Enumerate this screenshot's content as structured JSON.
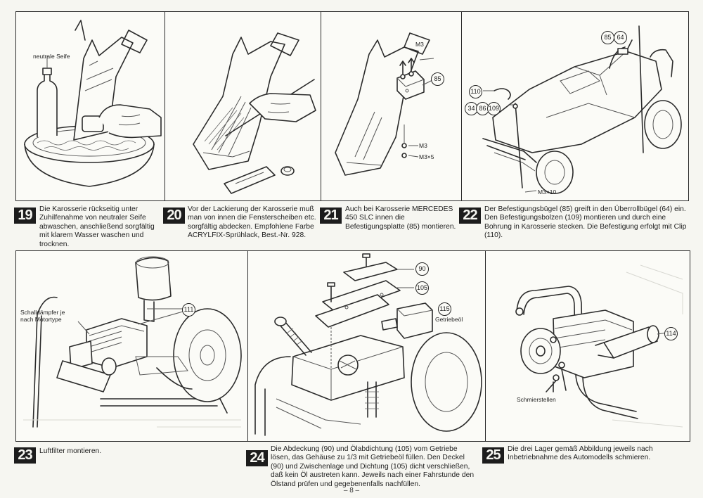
{
  "panels": [
    {
      "step": "19",
      "caption": "Die Karosserie rückseitig unter Zuhilfenahme von neutraler Seife abwaschen, anschließend sorgfältig mit klarem Wasser waschen und trocknen.",
      "labels": {
        "soap": "neutrale Seife"
      }
    },
    {
      "step": "20",
      "caption": "Vor der Lackierung der Karosserie muß man von innen die Fensterscheiben etc. sorgfältig abdecken. Empfohlene Farbe ACRYLFIX-Sprühlack, Best.-Nr. 928."
    },
    {
      "step": "21",
      "caption": "Auch bei Karosserie MERCEDES 450 SLC innen die Befestigungsplatte (85) montieren.",
      "labels": {
        "m3_top": "M3",
        "part": "85",
        "m3_mid": "M3",
        "m3x5": "M3×5"
      }
    },
    {
      "step": "22",
      "caption": "Der Befestigungsbügel (85) greift in den Überrollbügel (64) ein. Den Befestigungsbolzen (109) montieren und durch eine Bohrung in Karosserie stecken. Die Befestigung erfolgt mit Clip (110).",
      "labels": {
        "p85": "85",
        "p64": "64",
        "p110": "110",
        "p34": "34",
        "p86": "86",
        "p109": "109",
        "m3x10": "M3×10"
      }
    },
    {
      "step": "23",
      "caption": "Luftfilter montieren.",
      "labels": {
        "muffler": "Schalldämpfer je nach Motortype",
        "p111": "111"
      }
    },
    {
      "step": "24",
      "caption": "Die Abdeckung (90) und Ölabdichtung (105) vom Getriebe lösen, das Gehäuse zu 1/3 mit Getriebeöl füllen. Den Deckel (90) und Zwischenlage und Dichtung (105) dicht verschließen, daß kein Öl austreten kann. Jeweils nach einer Fahrstunde den Ölstand prüfen und gegebenenfalls nachfüllen.",
      "labels": {
        "p90": "90",
        "p105": "105",
        "p115": "115",
        "oil": "Getriebeöl"
      }
    },
    {
      "step": "25",
      "caption": "Die drei Lager gemäß Abbildung jeweils nach Inbetriebnahme des Automodells schmieren.",
      "labels": {
        "p114": "114",
        "grease": "Schmierstellen"
      }
    }
  ],
  "page_number": "– 8 –"
}
